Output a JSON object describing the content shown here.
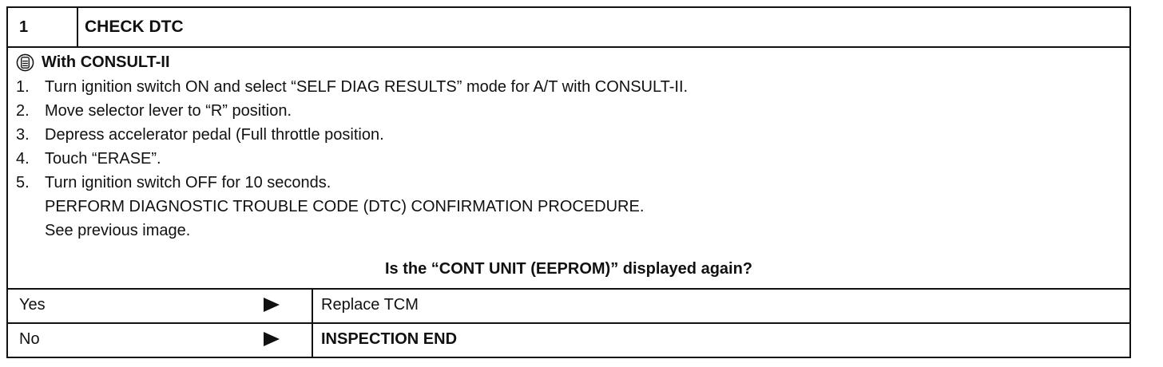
{
  "header": {
    "step_number": "1",
    "title": "CHECK DTC"
  },
  "consult": {
    "icon": "consult-tool-icon",
    "label": "With CONSULT-II"
  },
  "steps": [
    {
      "num": "1.",
      "text": "Turn ignition switch ON and select “SELF DIAG RESULTS” mode for A/T with CONSULT-II."
    },
    {
      "num": "2.",
      "text": "Move selector lever to “R” position."
    },
    {
      "num": "3.",
      "text": "Depress accelerator pedal (Full throttle position."
    },
    {
      "num": "4.",
      "text": "Touch “ERASE”."
    },
    {
      "num": "5.",
      "text": "Turn ignition switch OFF for 10 seconds."
    }
  ],
  "continuation": [
    "PERFORM DIAGNOSTIC TROUBLE CODE (DTC) CONFIRMATION PROCEDURE.",
    "See previous image."
  ],
  "question": "Is the “CONT UNIT (EEPROM)” displayed again?",
  "answers": [
    {
      "label": "Yes",
      "action": "Replace TCM"
    },
    {
      "label": "No",
      "action": "INSPECTION END"
    }
  ]
}
